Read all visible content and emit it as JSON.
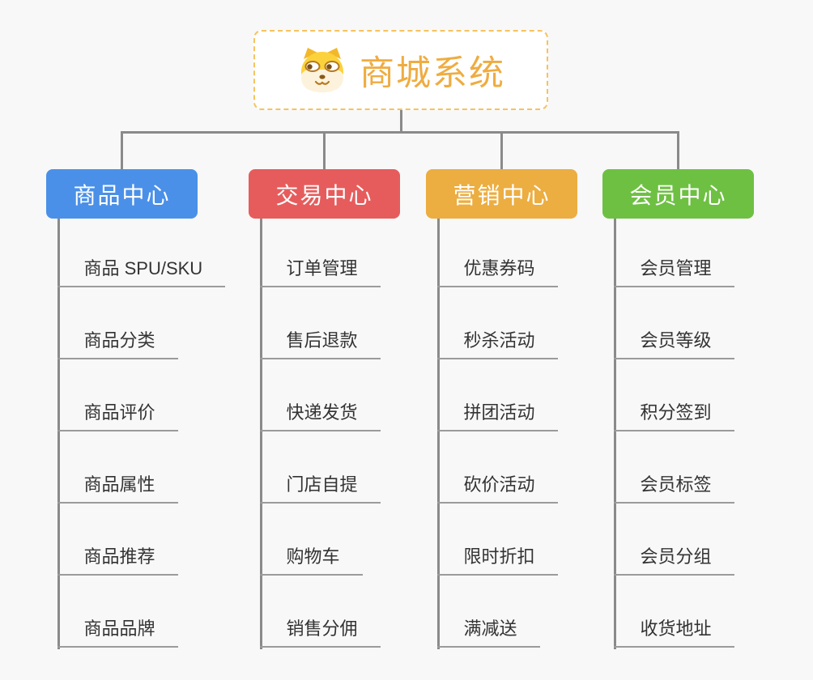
{
  "root": {
    "title": "商城系统",
    "icon": "shiba-dog-icon"
  },
  "branches": [
    {
      "label": "商品中心",
      "color": "#4A90E8",
      "items": [
        "商品 SPU/SKU",
        "商品分类",
        "商品评价",
        "商品属性",
        "商品推荐",
        "商品品牌"
      ]
    },
    {
      "label": "交易中心",
      "color": "#E65C5C",
      "items": [
        "订单管理",
        "售后退款",
        "快递发货",
        "门店自提",
        "购物车",
        "销售分佣"
      ]
    },
    {
      "label": "营销中心",
      "color": "#ECAD41",
      "items": [
        "优惠券码",
        "秒杀活动",
        "拼团活动",
        "砍价活动",
        "限时折扣",
        "满减送"
      ]
    },
    {
      "label": "会员中心",
      "color": "#6EC043",
      "items": [
        "会员管理",
        "会员等级",
        "积分签到",
        "会员标签",
        "会员分组",
        "收货地址"
      ]
    }
  ],
  "colors": {
    "background": "#F8F8F8",
    "connector": "#8A8A8A",
    "leaf_underline": "#9B9B9B",
    "leaf_text": "#333333",
    "root_border": "#F6C35F",
    "root_title": "#EFAC41"
  }
}
